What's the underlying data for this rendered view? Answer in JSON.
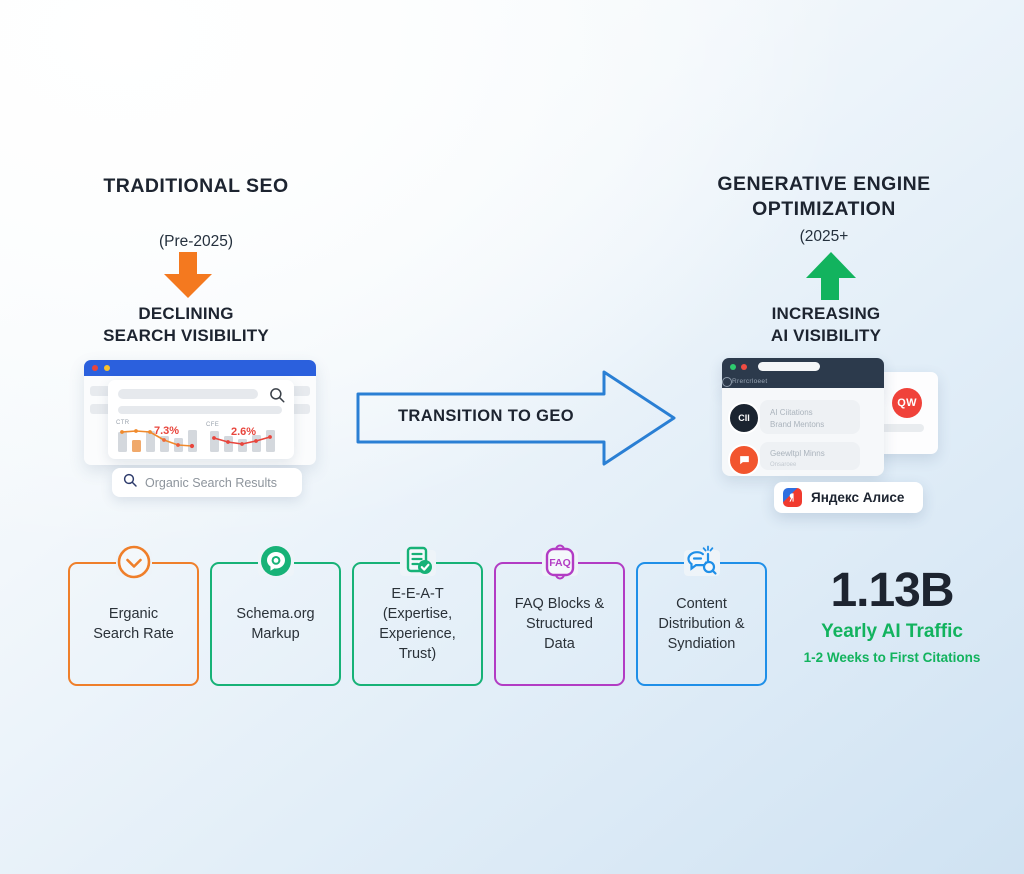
{
  "background": {
    "start_color": "#fbfdfe",
    "end_color": "#cfe2f2"
  },
  "left_section": {
    "title": "TRADITIONAL SEO",
    "subtitle": "(Pre-2025)",
    "arrow_icon": "arrow-down-icon",
    "arrow_color": "#f4791f",
    "status_line1": "DECLINING",
    "status_line2": "SEARCH VISIBILITY",
    "mockup": {
      "titlebar_color": "#2b60dd",
      "dot_red": "#e8453c",
      "dot_yellow": "#f9c22b",
      "search_icon": "search-icon",
      "chart_left_label": "CTR",
      "chart_left_value": "7.3%",
      "chart_right_label": "CFE",
      "chart_right_value": "2.6%",
      "value_color": "#e8453c",
      "pill_label": "Organic Search Results",
      "pill_icon": "search-icon"
    }
  },
  "right_section": {
    "title_line1": "GENERATIVE ENGINE",
    "title_line2": "OPTIMIZATION",
    "subtitle": "(2025+",
    "arrow_icon": "arrow-up-icon",
    "arrow_color": "#12b35e",
    "status_line1": "INCREASING",
    "status_line2": "AI VISIBILITY",
    "mockup": {
      "titlebar_color": "#2c3a4c",
      "dot_green": "#2ecb6e",
      "dot_red": "#ef4c42",
      "tab_label": "Rrercrloeet",
      "badge_label": "QW",
      "badge_color": "#f0423a",
      "rows": [
        {
          "avatar_label": "CII",
          "avatar_color": "#1b2430",
          "line1": "AI Ciitations",
          "line2": "Brand Mentons"
        },
        {
          "avatar_label": "",
          "avatar_color": "#f2552e",
          "line1": "Geewltpl Minns",
          "line2": "Onsaroee"
        }
      ],
      "yandex_pill": "Яндекс Алисе"
    }
  },
  "transition": {
    "label": "TRANSITION TO GEO",
    "arrow_icon": "arrow-right-icon",
    "arrow_color": "#2a7fd4"
  },
  "cards": [
    {
      "icon": "check-circle-icon",
      "color": "#ef7f2a",
      "lines": [
        "Erganic",
        "Search Rate"
      ]
    },
    {
      "icon": "chat-bubble-icon",
      "color": "#17b277",
      "lines": [
        "Schema.org",
        "Markup"
      ]
    },
    {
      "icon": "document-check-icon",
      "color": "#17b277",
      "lines": [
        "E-E-A-T",
        "(Expertise,",
        "Experience,",
        "Trust)"
      ]
    },
    {
      "icon": "faq-badge-icon",
      "color": "#b23cc4",
      "lines": [
        "FAQ Blocks &",
        "Structured",
        "Data"
      ]
    },
    {
      "icon": "chat-search-sparkle-icon",
      "color": "#1f8fe8",
      "lines": [
        "Content",
        "Distribution &",
        "Syndiation"
      ]
    }
  ],
  "stats": {
    "value": "1.13B",
    "label": "Yearly AI Traffic",
    "note": "1-2 Weeks to First Citations",
    "accent_color": "#12b35e"
  }
}
